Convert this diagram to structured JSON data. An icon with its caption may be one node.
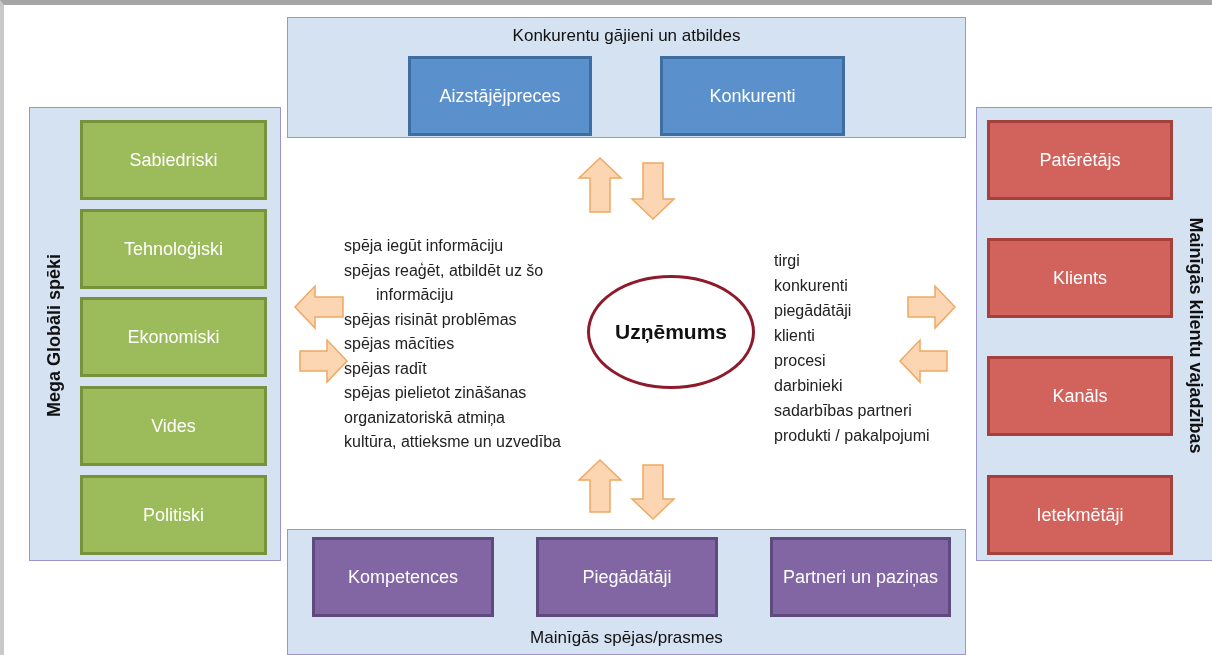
{
  "diagram": {
    "nodes": [
      {
        "text": [
          "Konkurentu gājieni un atbildes"
        ]
      },
      {
        "text": [
          "Aizstājējpreces"
        ],
        "in": 0
      },
      {
        "text": [
          "Konkurenti"
        ],
        "in": 0
      },
      {
        "text": [
          "Mega Globāli spēki"
        ]
      },
      {
        "text": [
          "Sabiedriski"
        ],
        "in": 3
      },
      {
        "text": [
          "Tehnoloģiski"
        ],
        "in": 3
      },
      {
        "text": [
          "Ekonomiski"
        ],
        "in": 3
      },
      {
        "text": [
          "Vides"
        ],
        "in": 3
      },
      {
        "text": [
          "Politiski"
        ],
        "in": 3
      },
      {
        "text": [
          "Mainīgās klientu vajadzības"
        ]
      },
      {
        "text": [
          "Patērētājs"
        ],
        "in": 9
      },
      {
        "text": [
          "Klients"
        ],
        "in": 9
      },
      {
        "text": [
          "Kanāls"
        ],
        "in": 9
      },
      {
        "text": [
          "Ietekmētāji"
        ],
        "in": 9
      },
      {
        "text": [
          "Mainīgās spējas/prasmes"
        ]
      },
      {
        "text": [
          "Kompetences"
        ],
        "in": 14
      },
      {
        "text": [
          "Piegādātāji"
        ],
        "in": 14
      },
      {
        "text": [
          "Partneri un paziņas"
        ],
        "in": 14
      },
      {
        "text": [
          "Uzņēmums"
        ]
      }
    ],
    "labels": [
      "spēja iegūt informāciju",
      "spējas reaģēt, atbildēt uz šo informāciju",
      "spējas risināt problēmas",
      "spējas mācīties",
      "spējas radīt",
      "spējas pielietot zināšanas",
      "organizatoriskā atmiņa",
      "kultūra, attieksme un uzvedība",
      "tirgi",
      "konkurenti",
      "piegādātāji",
      "klienti",
      "procesi",
      "darbinieki",
      "sadarbības partneri",
      "produkti / pakalpojumi"
    ]
  }
}
